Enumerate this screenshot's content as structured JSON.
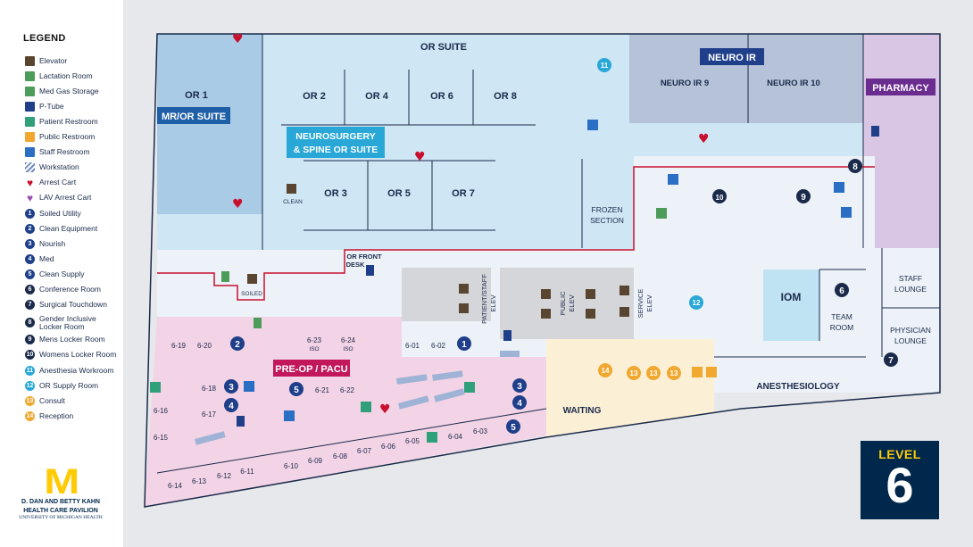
{
  "legend": {
    "title": "LEGEND",
    "items": [
      {
        "label": "Elevator",
        "icon": "elevator-icon",
        "color": "#5a4630"
      },
      {
        "label": "Lactation Room",
        "icon": "lactation-icon",
        "color": "#4c9c5a"
      },
      {
        "label": "Med Gas Storage",
        "icon": "med-gas-icon",
        "color": "#4c9c5a"
      },
      {
        "label": "P-Tube",
        "icon": "p-tube-icon",
        "color": "#1f3f8a"
      },
      {
        "label": "Patient Restroom",
        "icon": "patient-restroom-icon",
        "color": "#2fa07a"
      },
      {
        "label": "Public Restroom",
        "icon": "public-restroom-icon",
        "color": "#f0a830"
      },
      {
        "label": "Staff Restroom",
        "icon": "staff-restroom-icon",
        "color": "#2a6fc4"
      },
      {
        "label": "Workstation",
        "icon": "workstation-icon",
        "color": "#6f8bc0"
      },
      {
        "label": "Arrest Cart",
        "icon": "heart-icon",
        "color": "#c8102e"
      },
      {
        "label": "LAV Arrest Cart",
        "icon": "heart-icon",
        "color": "#9b4fb0"
      },
      {
        "label": "Soiled Utility",
        "num": "1",
        "color": "#1f3f8a"
      },
      {
        "label": "Clean Equipment",
        "num": "2",
        "color": "#1f3f8a"
      },
      {
        "label": "Nourish",
        "num": "3",
        "color": "#1f3f8a"
      },
      {
        "label": "Med",
        "num": "4",
        "color": "#1f3f8a"
      },
      {
        "label": "Clean Supply",
        "num": "5",
        "color": "#1f3f8a"
      },
      {
        "label": "Conference Room",
        "num": "6",
        "color": "#1b2a4a"
      },
      {
        "label": "Surgical Touchdown",
        "num": "7",
        "color": "#1b2a4a"
      },
      {
        "label": "Gender Inclusive Locker Room",
        "num": "8",
        "color": "#1b2a4a"
      },
      {
        "label": "Mens Locker Room",
        "num": "9",
        "color": "#1b2a4a"
      },
      {
        "label": "Womens Locker Room",
        "num": "10",
        "color": "#1b2a4a"
      },
      {
        "label": "Anesthesia Workroom",
        "num": "11",
        "color": "#29a8d8"
      },
      {
        "label": "OR Supply Room",
        "num": "12",
        "color": "#29a8d8"
      },
      {
        "label": "Consult",
        "num": "13",
        "color": "#f0a830"
      },
      {
        "label": "Reception",
        "num": "14",
        "color": "#f0a830"
      }
    ]
  },
  "logo": {
    "mark": "M",
    "line1": "D. DAN AND BETTY KAHN",
    "line2": "HEALTH CARE PAVILION",
    "line3": "UNIVERSITY OF MICHIGAN HEALTH",
    "color_mark": "#ffcb05",
    "color_text": "#00274c"
  },
  "level": {
    "word": "LEVEL",
    "number": "6"
  },
  "colors": {
    "or_suite": "#cfe6f4",
    "mr_or": "#a9cbe6",
    "neuro_ir": "#b5c2d8",
    "pharmacy": "#d9c6e4",
    "preop": "#f3d3e6",
    "waiting": "#fbf0d6",
    "corridor": "#edf2f8",
    "service": "#d4d6da",
    "iom": "#bfe3f3",
    "boundary": "#c8102e",
    "wall": "#1b2a4a",
    "label_box_blue": "#1f5fa8",
    "label_box_cyan": "#29a8d8",
    "label_box_navy": "#1f3f8a",
    "label_box_purple": "#6b2c8f",
    "label_box_magenta": "#c2185b"
  },
  "areas": {
    "or_suite": "OR SUITE",
    "mr_or_suite": "MR/OR SUITE",
    "neuro_ir": "NEURO IR",
    "pharmacy": "PHARMACY",
    "neuro_spine_1": "NEUROSURGERY",
    "neuro_spine_2": "& SPINE OR SUITE",
    "preop": "PRE-OP / PACU",
    "waiting": "WAITING",
    "anesthesiology": "ANESTHESIOLOGY"
  },
  "rooms": {
    "or1": "OR 1",
    "or2": "OR 2",
    "or3": "OR 3",
    "or4": "OR 4",
    "or5": "OR 5",
    "or6": "OR 6",
    "or7": "OR 7",
    "or8": "OR 8",
    "neuro_ir9": "NEURO IR 9",
    "neuro_ir10": "NEURO IR 10",
    "frozen1": "FROZEN",
    "frozen2": "SECTION",
    "clean": "CLEAN",
    "soiled": "SOILED",
    "or_front1": "OR FRONT",
    "or_front2": "DESK",
    "iom": "IOM",
    "team1": "TEAM",
    "team2": "ROOM",
    "staff1": "STAFF",
    "staff2": "LOUNGE",
    "phys1": "PHYSICIAN",
    "phys2": "LOUNGE",
    "patient_elev1": "PATIENT/STAFF",
    "patient_elev2": "ELEV",
    "public_elev1": "PUBLIC",
    "public_elev2": "ELEV",
    "service_elev1": "SERVICE",
    "service_elev2": "ELEV",
    "iso": "ISO",
    "r619": "6-19",
    "r620": "6-20",
    "r623": "6-23",
    "r624": "6-24",
    "r601": "6-01",
    "r602": "6-02",
    "r618": "6-18",
    "r617": "6-17",
    "r616": "6-16",
    "r615": "6-15",
    "r621": "6-21",
    "r622": "6-22",
    "r603": "6-03",
    "r604": "6-04",
    "r605": "6-05",
    "r606": "6-06",
    "r607": "6-07",
    "r608": "6-08",
    "r609": "6-09",
    "r610": "6-10",
    "r611": "6-11",
    "r612": "6-12",
    "r613": "6-13",
    "r614": "6-14"
  },
  "markers": {
    "n1": "1",
    "n2": "2",
    "n3": "3",
    "n4": "4",
    "n5": "5",
    "n6": "6",
    "n7": "7",
    "n8": "8",
    "n9": "9",
    "n10": "10",
    "n11": "11",
    "n12": "12",
    "n13": "13",
    "n14": "14"
  }
}
